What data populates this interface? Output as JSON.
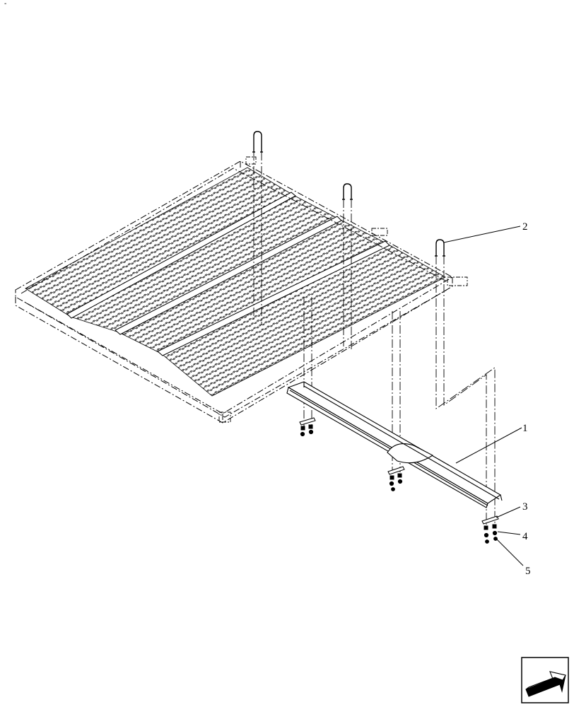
{
  "corner_mark": "-",
  "callouts": [
    {
      "id": "1",
      "label": "1"
    },
    {
      "id": "2",
      "label": "2"
    },
    {
      "id": "3",
      "label": "3"
    },
    {
      "id": "4",
      "label": "4"
    },
    {
      "id": "5",
      "label": "5"
    }
  ],
  "icons": {
    "nav": "next-page-arrow-icon"
  },
  "colors": {
    "line": "#000000",
    "background": "#ffffff",
    "arrow_fill": "#000000"
  }
}
